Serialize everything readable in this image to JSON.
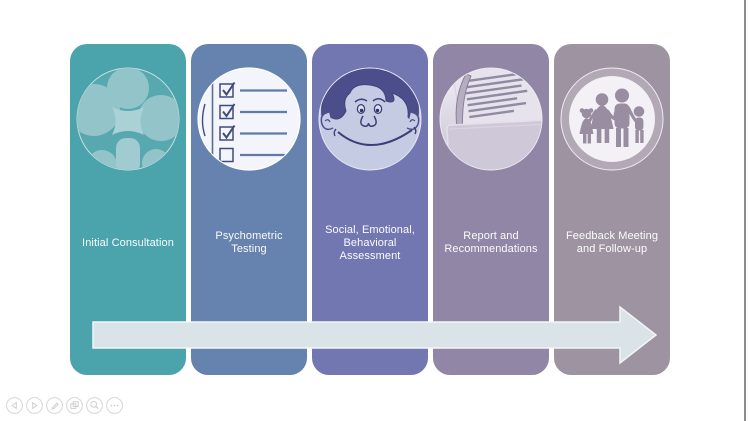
{
  "slide": {
    "steps": [
      {
        "label": "Initial Consultation",
        "color": "#4ba3ac",
        "icon": "meeting-people-icon"
      },
      {
        "label": "Psychometric Testing",
        "color": "#6583ae",
        "icon": "checklist-icon"
      },
      {
        "label": "Social, Emotional, Behavioral Assessment",
        "color": "#7377b1",
        "icon": "child-face-icon"
      },
      {
        "label": "Report and Recommendations",
        "color": "#9186a5",
        "icon": "report-documents-icon"
      },
      {
        "label": "Feedback Meeting and Follow-up",
        "color": "#9e94a1",
        "icon": "family-icon"
      }
    ],
    "arrow": {
      "icon": "process-flow-arrow",
      "direction": "right",
      "color": "#dae4e8"
    }
  },
  "toolbar": {
    "buttons": [
      {
        "icon": "previous-slide-icon"
      },
      {
        "icon": "next-slide-icon"
      },
      {
        "icon": "pen-annotate-icon"
      },
      {
        "icon": "see-all-slides-icon"
      },
      {
        "icon": "zoom-icon"
      },
      {
        "icon": "more-options-icon"
      }
    ]
  }
}
